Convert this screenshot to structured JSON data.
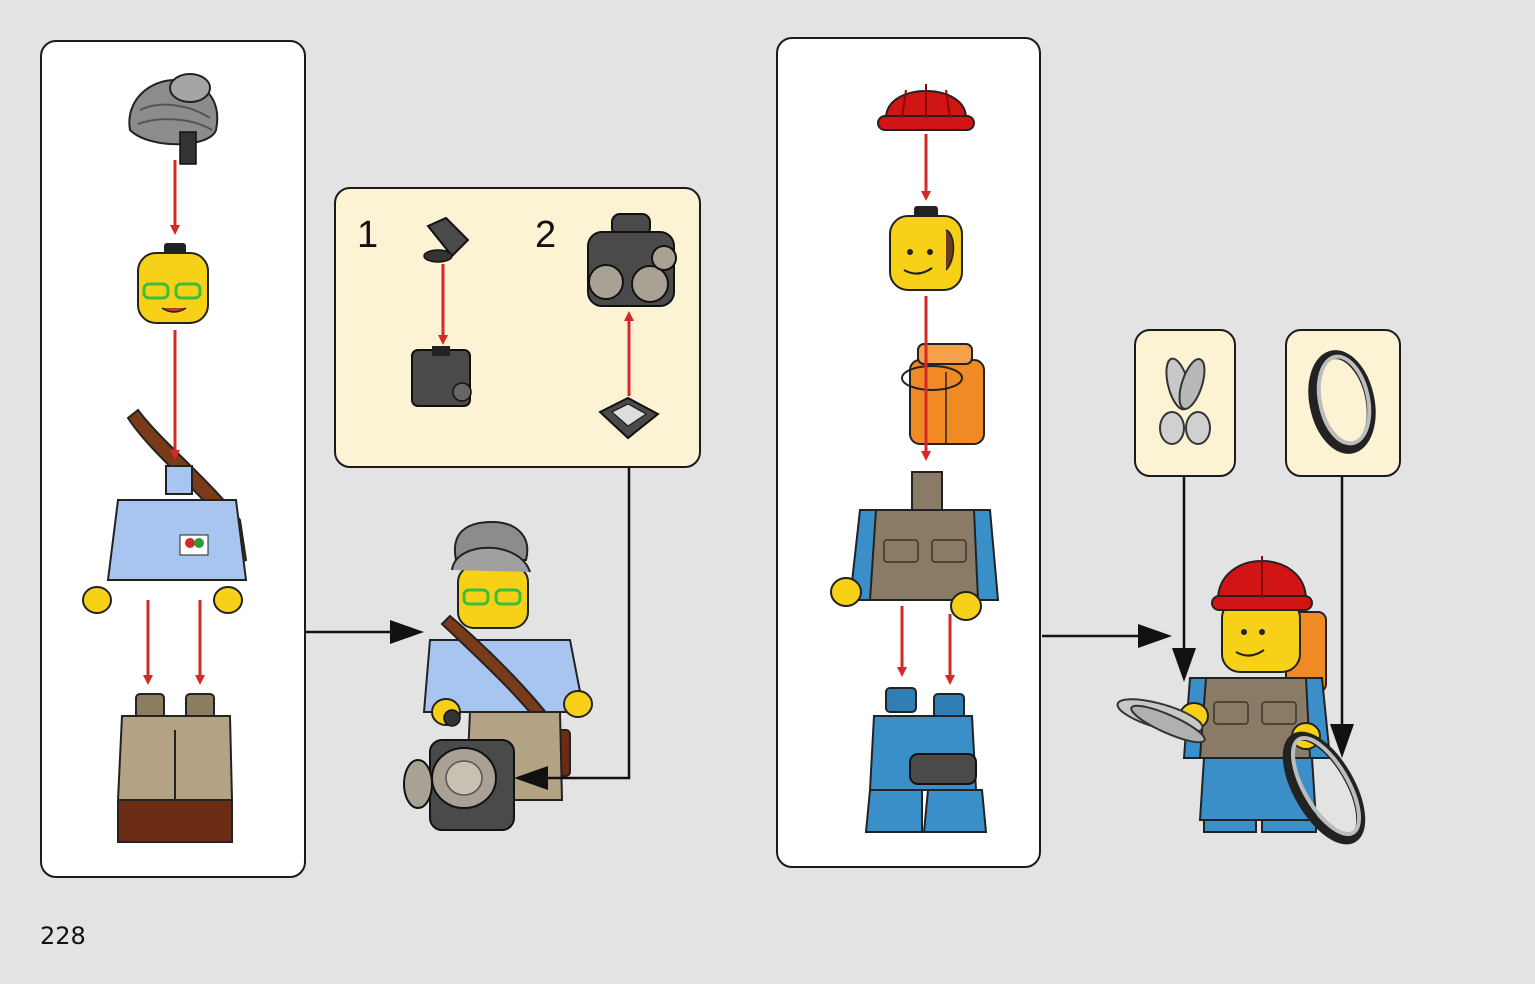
{
  "page": {
    "number": "228"
  },
  "callout": {
    "step_1": "1",
    "step_2": "2"
  },
  "colors": {
    "background": "#e3e3e3",
    "callout_bg": "#fbf3d4",
    "arrow_red": "#d62828",
    "lego_yellow": "#f7d117",
    "shirt_blue": "#a7c5ef",
    "pants_tan": "#b3a283",
    "pants_brown": "#6b2e14",
    "hat_red": "#d11414",
    "backpack_orange": "#f08a24",
    "vest_tan": "#8a7b66",
    "legs_blue": "#3a8fc9",
    "hair_gray": "#8c8c8c",
    "part_dark": "#4a4a4a",
    "tool_silver": "#c8c8c8"
  },
  "icons": [
    "hair-piece-icon",
    "head-piece-icon",
    "torso-piece-icon",
    "legs-piece-icon",
    "strap-piece-icon",
    "camera-assembly-icon",
    "hard-hat-icon",
    "backpack-icon",
    "vest-torso-icon",
    "blue-legs-icon",
    "shears-tool-icon",
    "ring-tool-icon"
  ]
}
